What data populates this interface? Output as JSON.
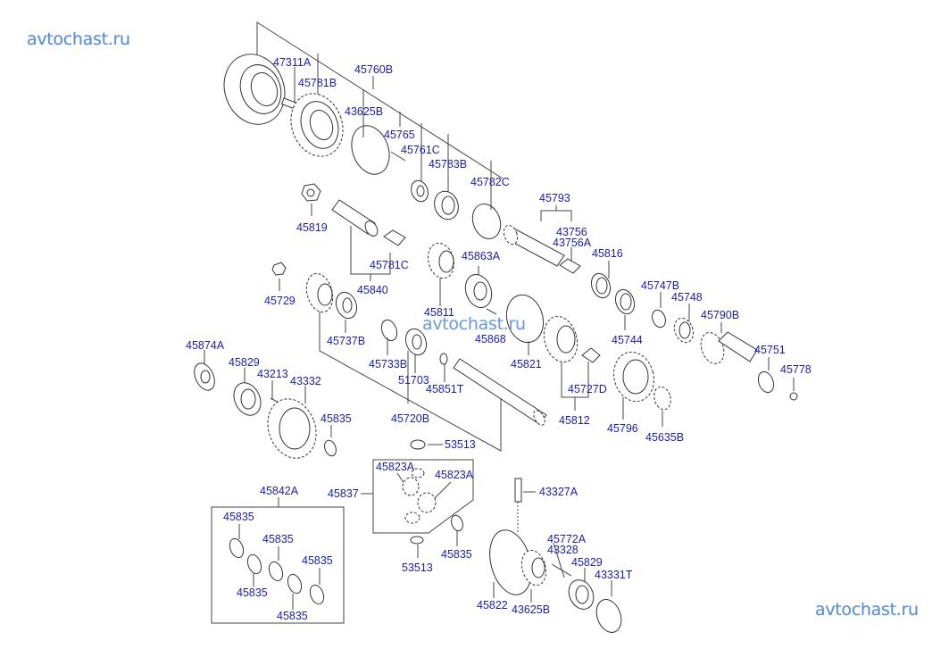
{
  "watermarks": [
    "avtochast.ru",
    "avtochast.ru",
    "avtochast.ru"
  ],
  "colors": {
    "label": "#1a1acc",
    "watermark": "#5a8fd8",
    "line": "#444444"
  },
  "labels": {
    "p47311A": "47311A",
    "p45781B": "45781B",
    "p45760B": "45760B",
    "p43625B_top": "43625B",
    "p45765": "45765",
    "p45761C": "45761C",
    "p45783B": "45783B",
    "p45782C": "45782C",
    "p45819": "45819",
    "p45781C": "45781C",
    "p45840": "45840",
    "p45729": "45729",
    "p45737B": "45737B",
    "p45811": "45811",
    "p45863A": "45863A",
    "p45868": "45868",
    "p45793": "45793",
    "p43756": "43756",
    "p43756A": "43756A",
    "p45816": "45816",
    "p45747B": "45747B",
    "p45748": "45748",
    "p45744": "45744",
    "p45790B": "45790B",
    "p45751": "45751",
    "p45778": "45778",
    "p45821": "45821",
    "p45727D": "45727D",
    "p45812": "45812",
    "p45796": "45796",
    "p45635B": "45635B",
    "p45874A": "45874A",
    "p45829_left": "45829",
    "p43213": "43213",
    "p43332": "43332",
    "p45835_a": "45835",
    "p45733B": "45733B",
    "p51703": "51703",
    "p45851T": "45851T",
    "p45720B": "45720B",
    "p53513_top": "53513",
    "p45823A_1": "45823A",
    "p45823A_2": "45823A",
    "p45837": "45837",
    "p53513_bottom": "53513",
    "p45835_b": "45835",
    "p45842A": "45842A",
    "p45835_k1": "45835",
    "p45835_k2": "45835",
    "p45835_k3": "45835",
    "p45835_k4": "45835",
    "p45835_k5": "45835",
    "p43327A": "43327A",
    "p45772A": "45772A",
    "p43328": "43328",
    "p45829_right": "45829",
    "p43331T": "43331T",
    "p45822": "45822",
    "p43625B_bottom": "43625B"
  }
}
